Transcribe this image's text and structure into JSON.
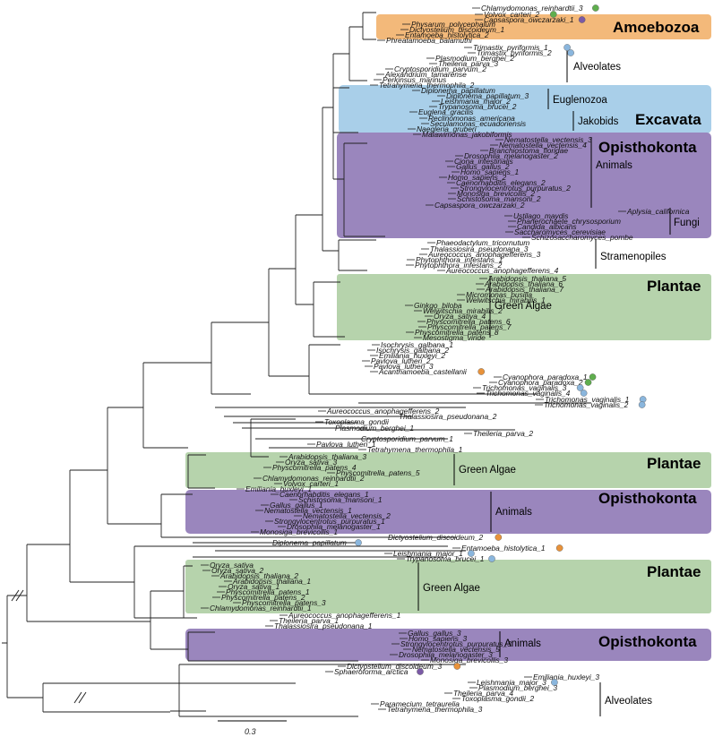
{
  "colors": {
    "amoebozoa_box": "#f3b97a",
    "excavata_box": "#a9cfe9",
    "opisthokonta_box": "#9a86bd",
    "plantae_box": "#b6d3ac",
    "dot_green": "#5fae4e",
    "dot_purple": "#7b5aa6",
    "dot_orange": "#e8923a",
    "dot_blue": "#8ab6dd"
  },
  "groups": {
    "amoebozoa": "Amoebozoa",
    "alveolates_1": "Alveolates",
    "euglenozoa": "Euglenozoa",
    "excavata": "Excavata",
    "jakobids": "Jakobids",
    "opisthokonta_1": "Opisthokonta",
    "animals_1": "Animals",
    "fungi": "Fungi",
    "stramenopiles": "Stramenopiles",
    "plantae_1": "Plantae",
    "green_algae_1": "Green Algae",
    "plantae_2": "Plantae",
    "green_algae_2": "Green Algae",
    "opisthokonta_2": "Opisthokonta",
    "animals_2": "Animals",
    "plantae_3": "Plantae",
    "green_algae_3": "Green Algae",
    "animals_3": "Animals",
    "opisthokonta_3": "Opisthokonta",
    "alveolates_2": "Alveolates"
  },
  "scale_bar": {
    "label": "0.3"
  },
  "leaves": [
    {
      "name": "Chlamydomonas_reinhardtii_3",
      "dot": "green"
    },
    {
      "name": "Volvox_carteri_2",
      "dot": "green"
    },
    {
      "name": "Capsaspora_owczarzaki_1",
      "dot": "purple"
    },
    {
      "name": "Physarum_polycephalum",
      "dot": ""
    },
    {
      "name": "Dictyostelium_discoideum_1",
      "dot": ""
    },
    {
      "name": "Entamoeba_histolytica_2",
      "dot": ""
    },
    {
      "name": "Phreatamoeba_balamuthi",
      "dot": ""
    },
    {
      "name": "Trimastix_pyriformis_1",
      "dot": "blue"
    },
    {
      "name": "Trimastix_pyriformis_2",
      "dot": "blue"
    },
    {
      "name": "Plasmodium_berghei_2",
      "dot": ""
    },
    {
      "name": "Theileria_parva_3",
      "dot": ""
    },
    {
      "name": "Cryptosporidium_parvum_2",
      "dot": ""
    },
    {
      "name": "Alexandrium_tamarense",
      "dot": ""
    },
    {
      "name": "Perkinsus_marinus",
      "dot": ""
    },
    {
      "name": "Tetrahymena_thermophila_2",
      "dot": ""
    },
    {
      "name": "Diplonema_papillatum",
      "dot": ""
    },
    {
      "name": "Diplonema_papillatum_3",
      "dot": ""
    },
    {
      "name": "Leishmania_major_2",
      "dot": ""
    },
    {
      "name": "Trypanosoma_brucei_2",
      "dot": ""
    },
    {
      "name": "Euglena_gracilis",
      "dot": ""
    },
    {
      "name": "Reclinomonas_americana",
      "dot": ""
    },
    {
      "name": "Seculamonas_ecuadoriensis",
      "dot": ""
    },
    {
      "name": "Naegleria_gruberi",
      "dot": ""
    },
    {
      "name": "Malawimonas_jakobiformis",
      "dot": ""
    },
    {
      "name": "Nematostella_vectensis_3",
      "dot": ""
    },
    {
      "name": "Nematostella_vectensis_4",
      "dot": ""
    },
    {
      "name": "Branchiostoma_floridae",
      "dot": ""
    },
    {
      "name": "Drosophila_melanogaster_2",
      "dot": ""
    },
    {
      "name": "Ciona_intestinalis",
      "dot": ""
    },
    {
      "name": "Gallus_gallus_2",
      "dot": ""
    },
    {
      "name": "Homo_sapiens_1",
      "dot": ""
    },
    {
      "name": "Homo_sapiens_2",
      "dot": ""
    },
    {
      "name": "Caenorhabditis_elegans_2",
      "dot": ""
    },
    {
      "name": "Strongylocentrotus_purpuratus_2",
      "dot": ""
    },
    {
      "name": "Monosiga_brevicollis_2",
      "dot": ""
    },
    {
      "name": "Schistosoma_mansoni_2",
      "dot": ""
    },
    {
      "name": "Capsaspora_owczarzaki_2",
      "dot": ""
    },
    {
      "name": "Aplysia_californica",
      "dot": ""
    },
    {
      "name": "Ustilago_maydis",
      "dot": ""
    },
    {
      "name": "Phanerochaete_chrysosporium",
      "dot": ""
    },
    {
      "name": "Candida_albicans",
      "dot": ""
    },
    {
      "name": "Saccharomyces_cerevisiae",
      "dot": ""
    },
    {
      "name": "Schizosaccharomyces_pombe",
      "dot": ""
    },
    {
      "name": "Phaeodactylum_tricornutum",
      "dot": ""
    },
    {
      "name": "Thalassiosira_pseudonana_3",
      "dot": ""
    },
    {
      "name": "Aureococcus_anophagefferens_3",
      "dot": ""
    },
    {
      "name": "Phytophthora_infestans_1",
      "dot": ""
    },
    {
      "name": "Phytophthora_infestans_2",
      "dot": ""
    },
    {
      "name": "Aureococcus_anophagefferens_4",
      "dot": ""
    },
    {
      "name": "Arabidopsis_thaliana_5",
      "dot": ""
    },
    {
      "name": "Arabidopsis_thaliana_6",
      "dot": ""
    },
    {
      "name": "Arabidopsis_thaliana_7",
      "dot": ""
    },
    {
      "name": "Micromonas_pusilla",
      "dot": ""
    },
    {
      "name": "Welwitschia_mirabilis_1",
      "dot": ""
    },
    {
      "name": "Ginkgo_biloba",
      "dot": ""
    },
    {
      "name": "Welwitschia_mirabilis_2",
      "dot": ""
    },
    {
      "name": "Oryza_sativa_4",
      "dot": ""
    },
    {
      "name": "Physcomitrella_patens_6",
      "dot": ""
    },
    {
      "name": "Physcomitrella_patens_7",
      "dot": ""
    },
    {
      "name": "Physcomitrella_patens_8",
      "dot": ""
    },
    {
      "name": "Mesostigma_viride",
      "dot": ""
    },
    {
      "name": "Isochrysis_galbana_1",
      "dot": ""
    },
    {
      "name": "Isochrysis_galbana_2",
      "dot": ""
    },
    {
      "name": "Emiliania_huxleyi_2",
      "dot": ""
    },
    {
      "name": "Pavlova_lutheri_2",
      "dot": ""
    },
    {
      "name": "Pavlova_lutheri_3",
      "dot": ""
    },
    {
      "name": "Acanthamoeba_castellanii",
      "dot": "orange"
    },
    {
      "name": "Cyanophora_paradoxa_1",
      "dot": "green"
    },
    {
      "name": "Cyanophora_paradoxa_2",
      "dot": "green"
    },
    {
      "name": "Trichomonas_vaginalis_3",
      "dot": "blue"
    },
    {
      "name": "Trichomonas_vaginalis_4",
      "dot": "blue"
    },
    {
      "name": "Trichomonas_vaginalis_1",
      "dot": "blue"
    },
    {
      "name": "Trichomonas_vaginalis_2",
      "dot": "blue"
    },
    {
      "name": "Aureococcus_anophagefferens_2",
      "dot": ""
    },
    {
      "name": "Thalassiosira_pseudonana_2",
      "dot": ""
    },
    {
      "name": "Toxoplasma_gondii",
      "dot": ""
    },
    {
      "name": "Plasmodium_berghei_1",
      "dot": ""
    },
    {
      "name": "Theileria_parva_2",
      "dot": ""
    },
    {
      "name": "Cryptosporidium_parvum_1",
      "dot": ""
    },
    {
      "name": "Pavlova_lutheri_1",
      "dot": ""
    },
    {
      "name": "Tetrahymena_thermophila_1",
      "dot": ""
    },
    {
      "name": "Arabidopsis_thaliana_3",
      "dot": ""
    },
    {
      "name": "Oryza_sativa_3",
      "dot": ""
    },
    {
      "name": "Physcomitrella_patens_4",
      "dot": ""
    },
    {
      "name": "Physcomitrella_patens_5",
      "dot": ""
    },
    {
      "name": "Chlamydomonas_reinhardtii_2",
      "dot": ""
    },
    {
      "name": "Volvox_carteri_1",
      "dot": ""
    },
    {
      "name": "Emiliania_huxleyi_1",
      "dot": ""
    },
    {
      "name": "Caenorhabditis_elegans_1",
      "dot": ""
    },
    {
      "name": "Schistosoma_mansoni_1",
      "dot": ""
    },
    {
      "name": "Gallus_gallus_1",
      "dot": ""
    },
    {
      "name": "Nematostella_vectensis_1",
      "dot": ""
    },
    {
      "name": "Nematostella_vectensis_2",
      "dot": ""
    },
    {
      "name": "Strongylocentrotus_purpuratus_1",
      "dot": ""
    },
    {
      "name": "Drosophila_melanogaster_1",
      "dot": ""
    },
    {
      "name": "Monosiga_brevicollis_1",
      "dot": ""
    },
    {
      "name": "Dictyostelium_discoideum_2",
      "dot": "orange"
    },
    {
      "name": "Diplonema_papillatum",
      "dot": "blue"
    },
    {
      "name": "Entamoeba_histolytica_1",
      "dot": "orange"
    },
    {
      "name": "Leishmania_major_1",
      "dot": "blue"
    },
    {
      "name": "Trypanosoma_brucei_1",
      "dot": "blue"
    },
    {
      "name": "Oryza_sativa",
      "dot": ""
    },
    {
      "name": "Oryza_sativa_2",
      "dot": ""
    },
    {
      "name": "Arabidopsis_thaliana_2",
      "dot": ""
    },
    {
      "name": "Arabidopsis_thaliana_1",
      "dot": ""
    },
    {
      "name": "Oryza_sativa_1",
      "dot": ""
    },
    {
      "name": "Physcomitrella_patens_1",
      "dot": ""
    },
    {
      "name": "Physcomitrella_patens_2",
      "dot": ""
    },
    {
      "name": "Physcomitrella_patens_3",
      "dot": ""
    },
    {
      "name": "Chlamydomonas_reinhardtii_1",
      "dot": ""
    },
    {
      "name": "Aureococcus_anophagefferens_1",
      "dot": ""
    },
    {
      "name": "Theileria_parva_1",
      "dot": ""
    },
    {
      "name": "Thalassiosira_pseudonana_1",
      "dot": ""
    },
    {
      "name": "Gallus_gallus_3",
      "dot": ""
    },
    {
      "name": "Homo_sapiens_3",
      "dot": ""
    },
    {
      "name": "Strongylocentrotus_purpuratus_3",
      "dot": ""
    },
    {
      "name": "Nematostella_vectensis_5",
      "dot": ""
    },
    {
      "name": "Drosophila_melanogaster_3",
      "dot": ""
    },
    {
      "name": "Monosiga_brevicollis_3",
      "dot": ""
    },
    {
      "name": "Dictyostelium_discoideum_3",
      "dot": "orange"
    },
    {
      "name": "Sphaeroforma_arctica",
      "dot": "purple"
    },
    {
      "name": "Emiliania_huxleyi_3",
      "dot": ""
    },
    {
      "name": "Leishmania_major_3",
      "dot": "blue"
    },
    {
      "name": "Plasmodium_berghei_3",
      "dot": ""
    },
    {
      "name": "Theileria_parva_4",
      "dot": ""
    },
    {
      "name": "Toxoplasma_gondii_2",
      "dot": ""
    },
    {
      "name": "Paramecium_tetraurelia",
      "dot": ""
    },
    {
      "name": "Tetrahymena_thermophila_3",
      "dot": ""
    }
  ]
}
